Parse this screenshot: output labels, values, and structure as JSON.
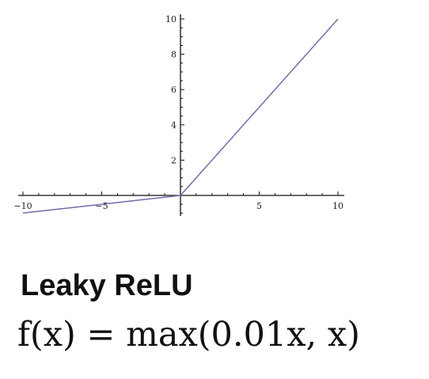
{
  "chart_data": {
    "type": "line",
    "title": "",
    "xlabel": "",
    "ylabel": "",
    "xlim": [
      -10,
      10
    ],
    "ylim": [
      -1,
      10
    ],
    "x_ticks": [
      -10,
      -5,
      5,
      10
    ],
    "y_ticks": [
      2,
      4,
      6,
      8,
      10
    ],
    "x_tick_labels": [
      "−10",
      "−5",
      "5",
      "10"
    ],
    "y_tick_labels": [
      "2",
      "4",
      "6",
      "8",
      "10"
    ],
    "grid": false,
    "series": [
      {
        "color": "#6f6fa8",
        "x": [
          -10,
          0,
          10
        ],
        "y": [
          -1,
          0,
          10
        ]
      }
    ]
  },
  "caption": {
    "name": "Leaky ReLU",
    "formula": "f(x) = max(0.01x, x)"
  }
}
